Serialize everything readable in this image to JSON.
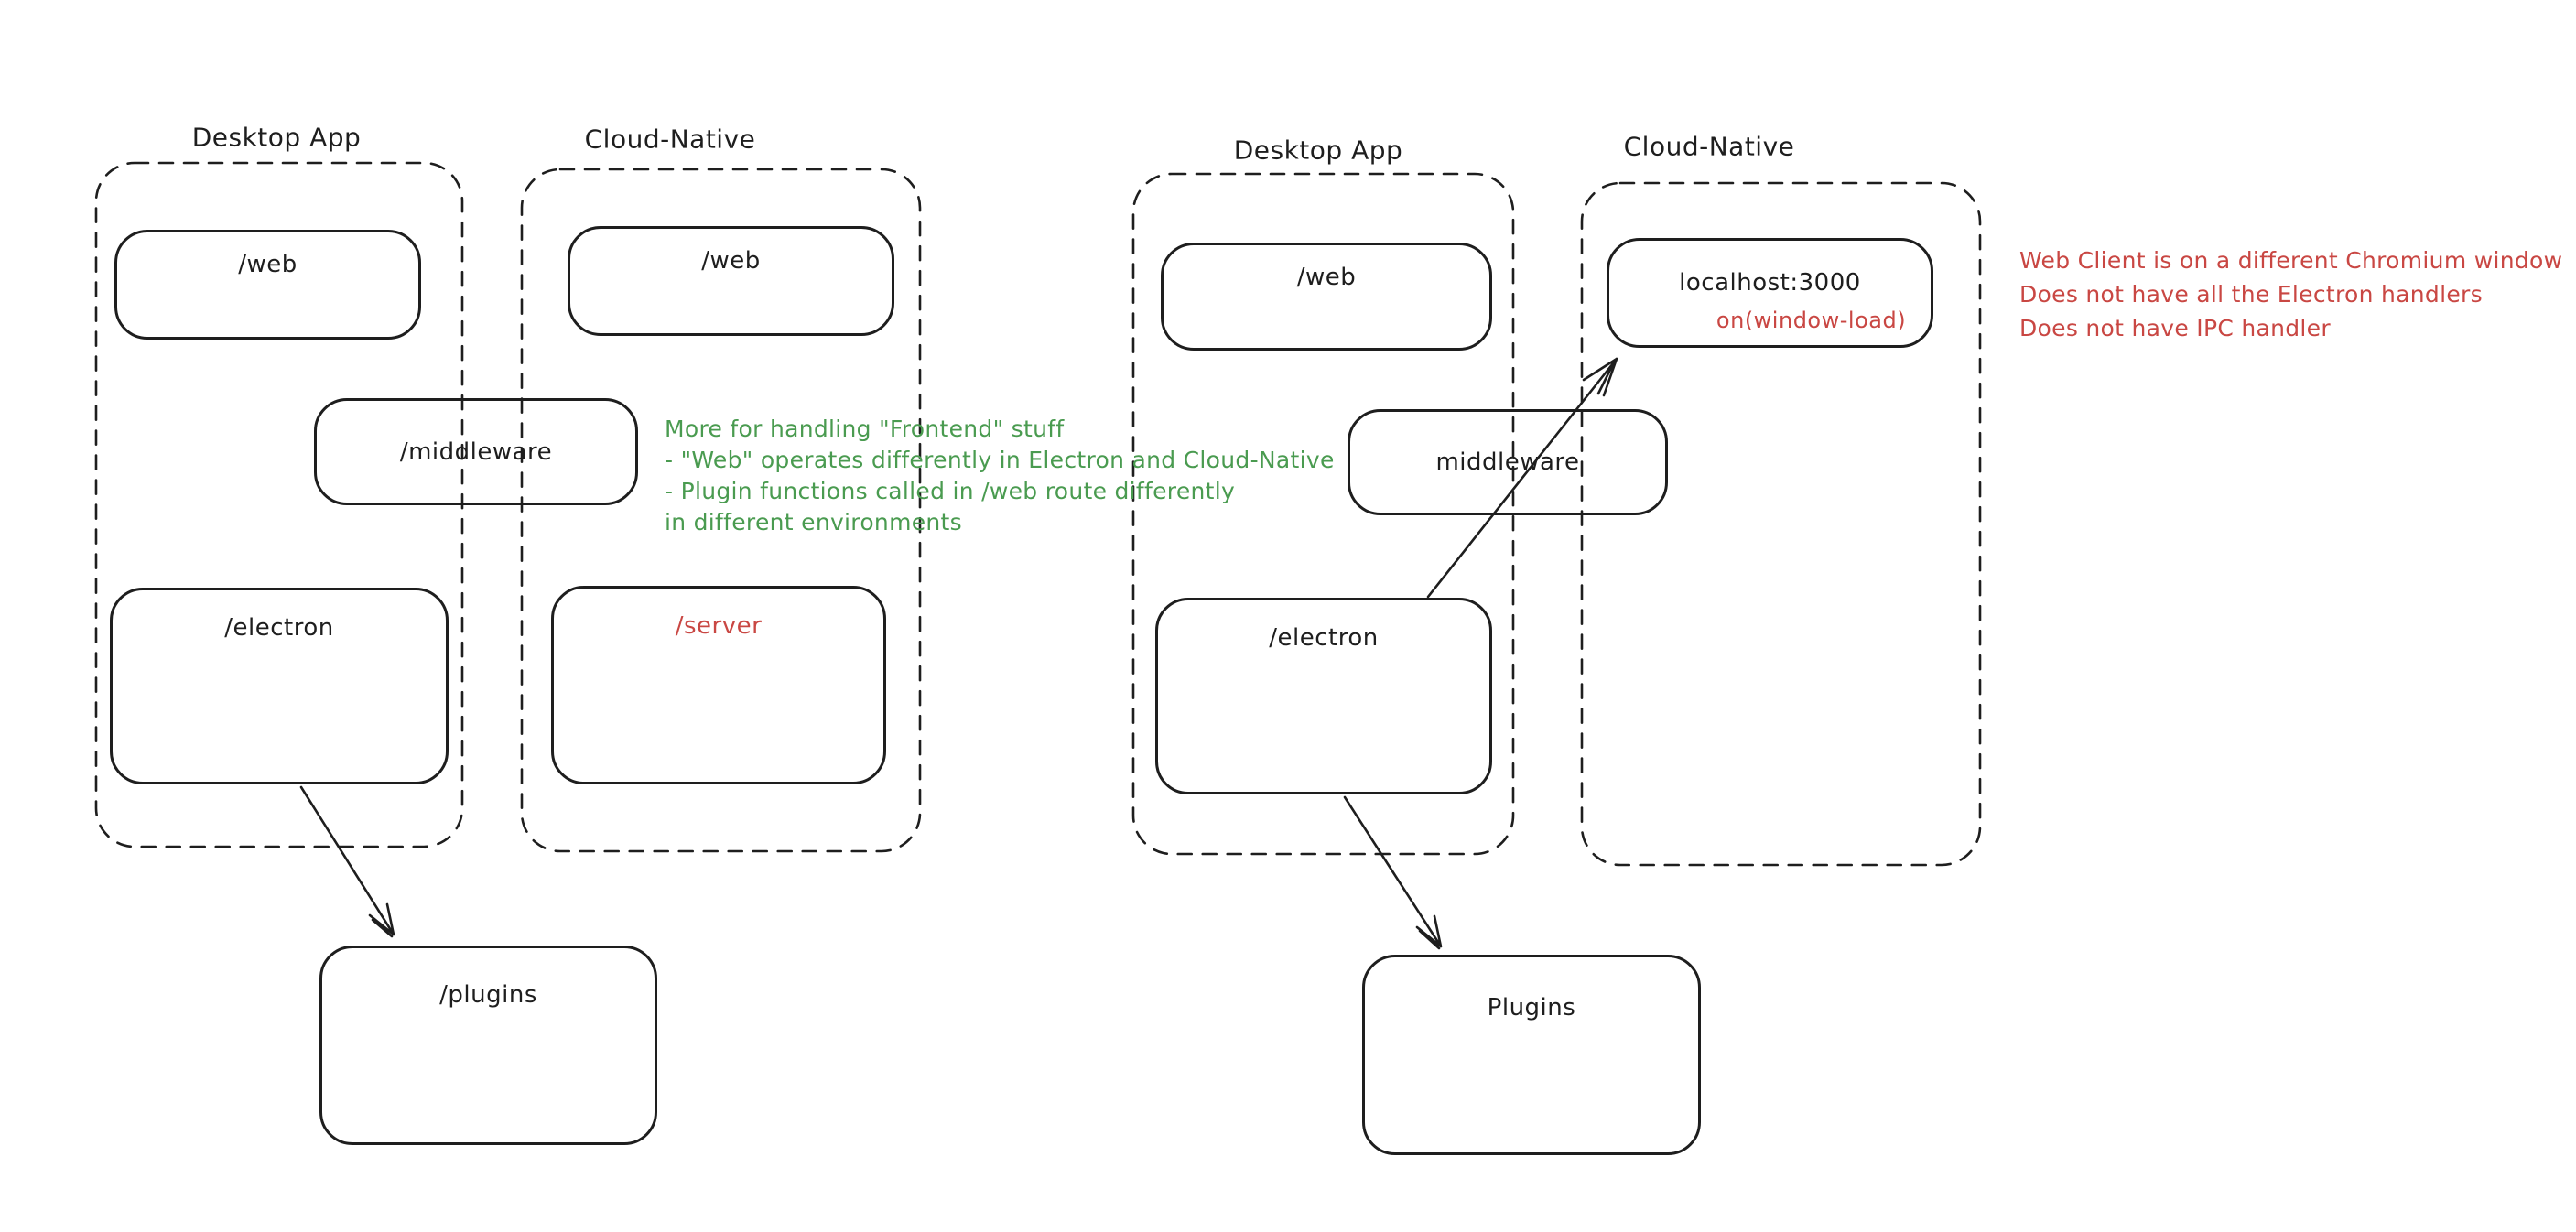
{
  "colors": {
    "ink": "#1e1e1e",
    "green": "#4a9b50",
    "red": "#c94743",
    "background": "#ffffff"
  },
  "left": {
    "desktop_app_label": "Desktop App",
    "cloud_native_label": "Cloud-Native",
    "web_desktop": "/web",
    "web_cloud": "/web",
    "middleware": "/middleware",
    "electron": "/electron",
    "server": "/server",
    "plugins": "/plugins",
    "green_note_lines": [
      "More for handling \"Frontend\" stuff",
      "- \"Web\" operates differently in Electron and Cloud-Native",
      "- Plugin functions called in /web route differently",
      "in different environments"
    ]
  },
  "right": {
    "desktop_app_label": "Desktop App",
    "cloud_native_label": "Cloud-Native",
    "web_desktop": "/web",
    "localhost": "localhost:3000",
    "on_window_load": "on(window-load)",
    "middleware": "middleware",
    "electron": "/electron",
    "plugins": "Plugins",
    "red_note_lines": [
      "Web Client is on a different Chromium window",
      "Does not have all the Electron handlers",
      "Does not have IPC handler"
    ]
  }
}
